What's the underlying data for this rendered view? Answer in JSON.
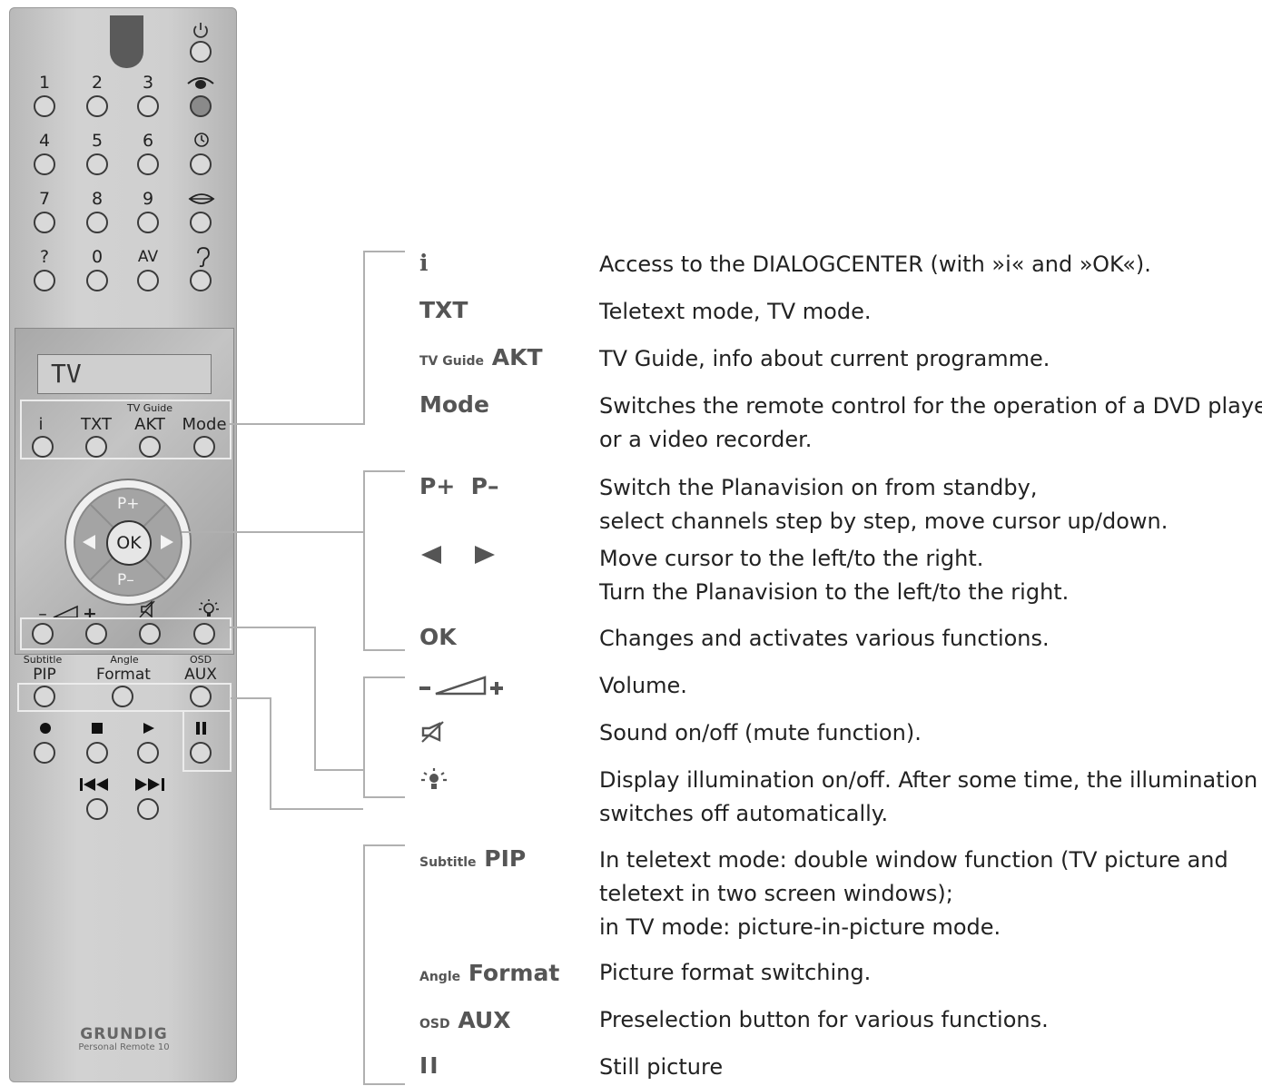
{
  "remote": {
    "display_text": "TV",
    "brand": "GRUNDIG",
    "model": "Personal Remote 10",
    "digit_labels": [
      "1",
      "2",
      "3",
      "4",
      "5",
      "6",
      "7",
      "8",
      "9",
      "?",
      "0",
      "AV"
    ],
    "row_labels": {
      "i": "i",
      "txt": "TXT",
      "akt_top": "TV Guide",
      "akt": "AKT",
      "mode": "Mode"
    },
    "dpad": {
      "up": "P+",
      "down": "P–",
      "center": "OK"
    },
    "vol_minus": "–",
    "vol_plus": "+",
    "lower": {
      "pip_top": "Subtitle",
      "pip": "PIP",
      "format_top": "Angle",
      "format": "Format",
      "aux_top": "OSD",
      "aux": "AUX"
    },
    "icons": [
      "power-icon",
      "eye-icon",
      "clock-icon",
      "lips-icon",
      "ear-icon",
      "volume-icon",
      "mute-icon",
      "bulb-icon",
      "record-icon",
      "stop-icon",
      "play-icon",
      "pause-icon",
      "skip-back-icon",
      "skip-forward-icon"
    ]
  },
  "rows": [
    {
      "key": "i",
      "desc": [
        "Access to the DIALOGCENTER (with »i« and »OK«)."
      ]
    },
    {
      "key": "TXT",
      "desc": [
        "Teletext mode, TV mode."
      ]
    },
    {
      "key_small": "TV Guide",
      "key": "AKT",
      "desc": [
        "TV Guide, info about current programme."
      ]
    },
    {
      "key": "Mode",
      "desc": [
        "Switches the remote control for the operation of a DVD player",
        "or a video recorder."
      ]
    },
    {
      "key": "P+  P–",
      "desc": [
        "Switch the Planavision on from standby,",
        "select channels step by step, move cursor up/down."
      ]
    },
    {
      "key": "◀  ▶",
      "desc": [
        "Move cursor to the left/to the right.",
        "Turn the Planavision to the left/to the right."
      ]
    },
    {
      "key": "OK",
      "desc": [
        "Changes and activates various functions."
      ]
    },
    {
      "key": "– ◿ +",
      "desc": [
        "Volume."
      ]
    },
    {
      "key": "mute",
      "desc": [
        "Sound on/off (mute function)."
      ]
    },
    {
      "key": "bulb",
      "desc": [
        "Display illumination on/off. After some time, the illumination",
        "switches off automatically."
      ]
    },
    {
      "key_small": "Subtitle",
      "key": "PIP",
      "desc": [
        "In teletext mode: double window function (TV picture and",
        "teletext in two screen windows);",
        "in TV mode: picture-in-picture mode."
      ]
    },
    {
      "key_small": "Angle",
      "key": "Format",
      "desc": [
        "Picture format switching."
      ]
    },
    {
      "key_small": "OSD",
      "key": "AUX",
      "desc": [
        "Preselection button for various functions."
      ]
    },
    {
      "key": "II",
      "desc": [
        "Still picture"
      ]
    }
  ]
}
